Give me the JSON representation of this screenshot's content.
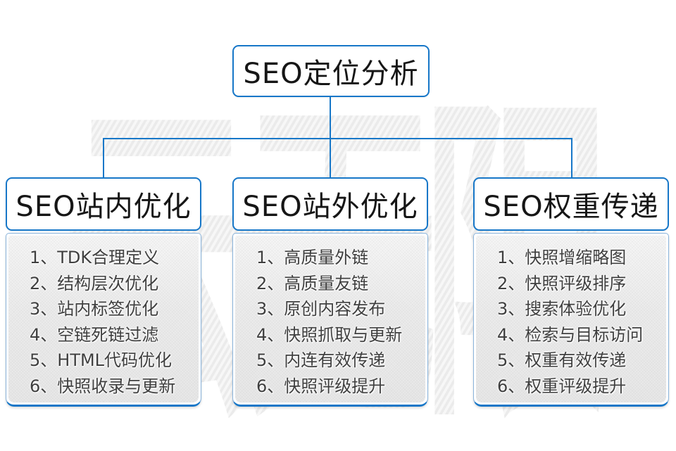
{
  "watermark": {
    "text": "云无限"
  },
  "colors": {
    "accent": "#1777c8",
    "list_text": "#3f3f3f",
    "node_text": "#161616"
  },
  "root": {
    "title": "SEO定位分析"
  },
  "columns": [
    {
      "title": "SEO站内优化",
      "items": [
        "1、TDK合理定义",
        "2、结构层次优化",
        "3、站内标签优化",
        "4、空链死链过滤",
        "5、HTML代码优化",
        "6、快照收录与更新"
      ]
    },
    {
      "title": "SEO站外优化",
      "items": [
        "1、高质量外链",
        "2、高质量友链",
        "3、原创内容发布",
        "4、快照抓取与更新",
        "5、内连有效传递",
        "6、快照评级提升"
      ]
    },
    {
      "title": "SEO权重传递",
      "items": [
        "1、快照增缩略图",
        "2、快照评级排序",
        "3、搜索体验优化",
        "4、检索与目标访问",
        "5、权重有效传递",
        "6、权重评级提升"
      ]
    }
  ]
}
